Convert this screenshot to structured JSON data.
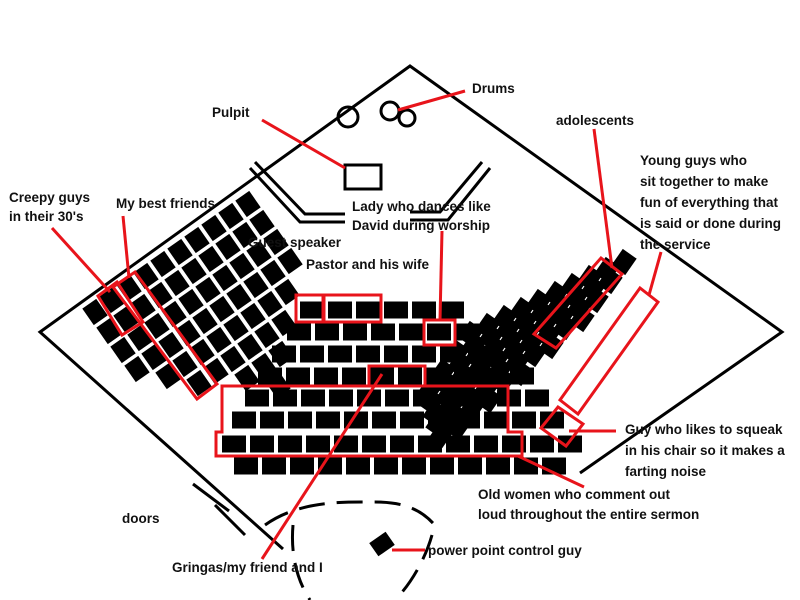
{
  "labels": {
    "drums": "Drums",
    "pulpit": "Pulpit",
    "adolescents": "adolescents",
    "young_guys": [
      "Young guys who",
      "sit together to make",
      "fun of everything that",
      "is said or done during",
      "the service"
    ],
    "creepy_guys": [
      "Creepy guys",
      "in their 30's"
    ],
    "best_friends": "My best friends",
    "lady_dances": [
      "Lady who dances like",
      "David during worship"
    ],
    "guest_speaker": "Guest speaker",
    "pastor": "Pastor and his wife",
    "squeak_guy": [
      "Guy who likes to squeak",
      "in his chair so it makes a",
      "farting noise"
    ],
    "old_women": [
      "Old women who comment out",
      "loud throughout the entire sermon"
    ],
    "doors": "doors",
    "power_point": "power point control guy",
    "gringas": "Gringas/my friend and I"
  },
  "colors": {
    "outline": "#000000",
    "seat": "#000000",
    "highlight": "#e8141b",
    "background": "#ffffff"
  }
}
